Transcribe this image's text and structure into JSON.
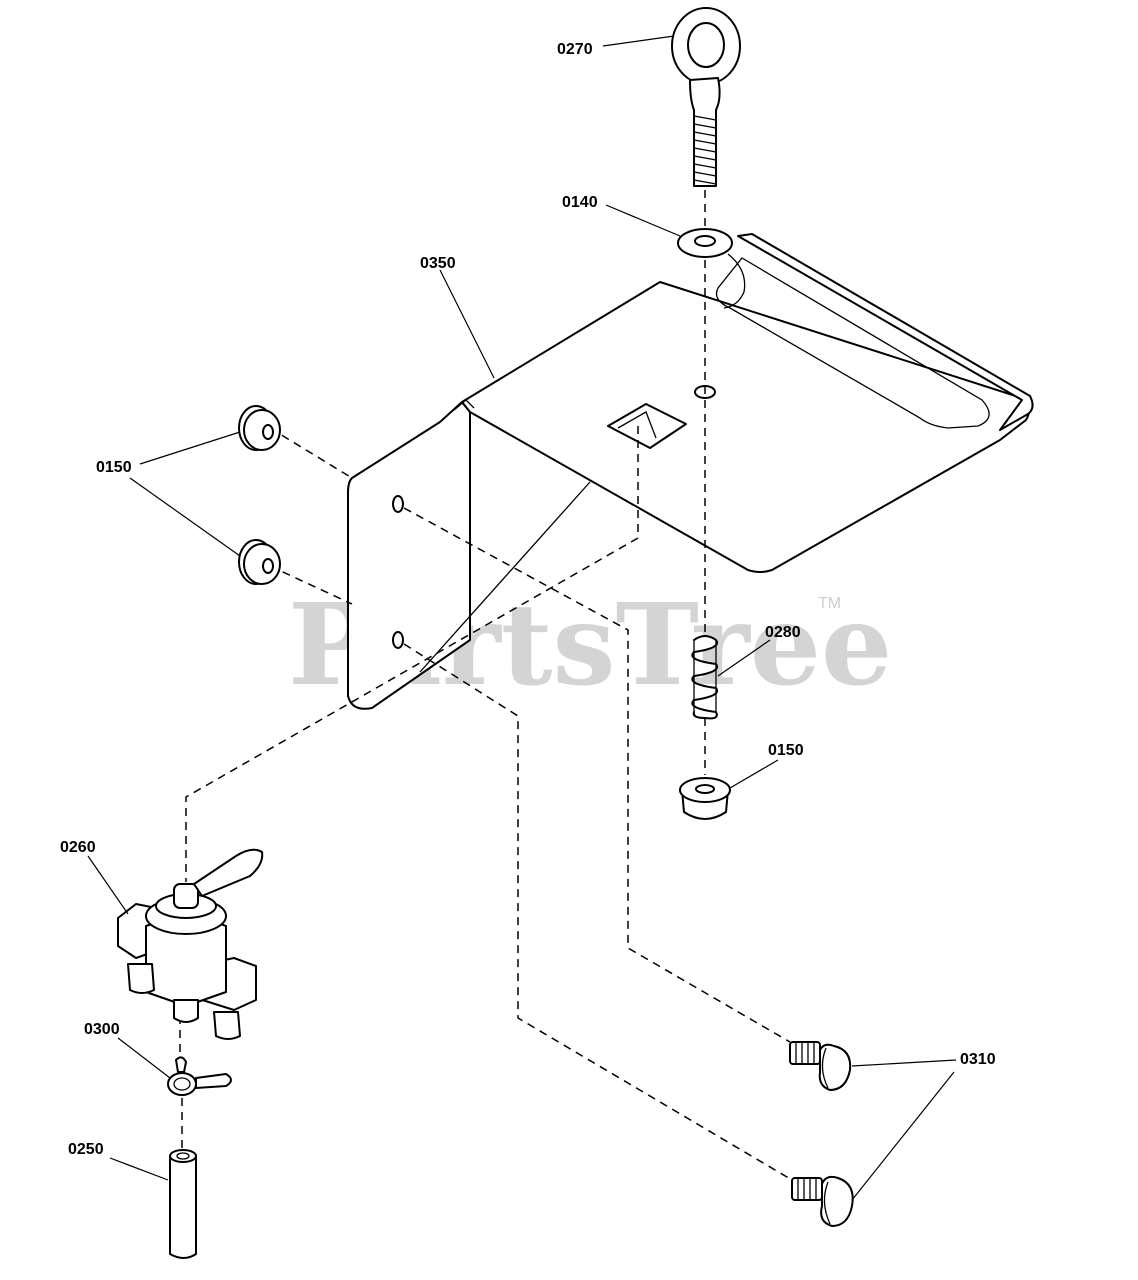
{
  "watermark": {
    "text": "PartsTree",
    "trademark": "TM"
  },
  "callouts": {
    "eyebolt": "0270",
    "washer": "0140",
    "bracket": "0350",
    "grommets_left": "0150",
    "spring": "0280",
    "grommet_lower": "0150",
    "shutoff_valve": "0260",
    "clamp": "0300",
    "carriage_bolts": "0310",
    "hose": "0250"
  },
  "colors": {
    "line": "#000000",
    "watermark": "#d4d4d4",
    "background": "#ffffff"
  }
}
